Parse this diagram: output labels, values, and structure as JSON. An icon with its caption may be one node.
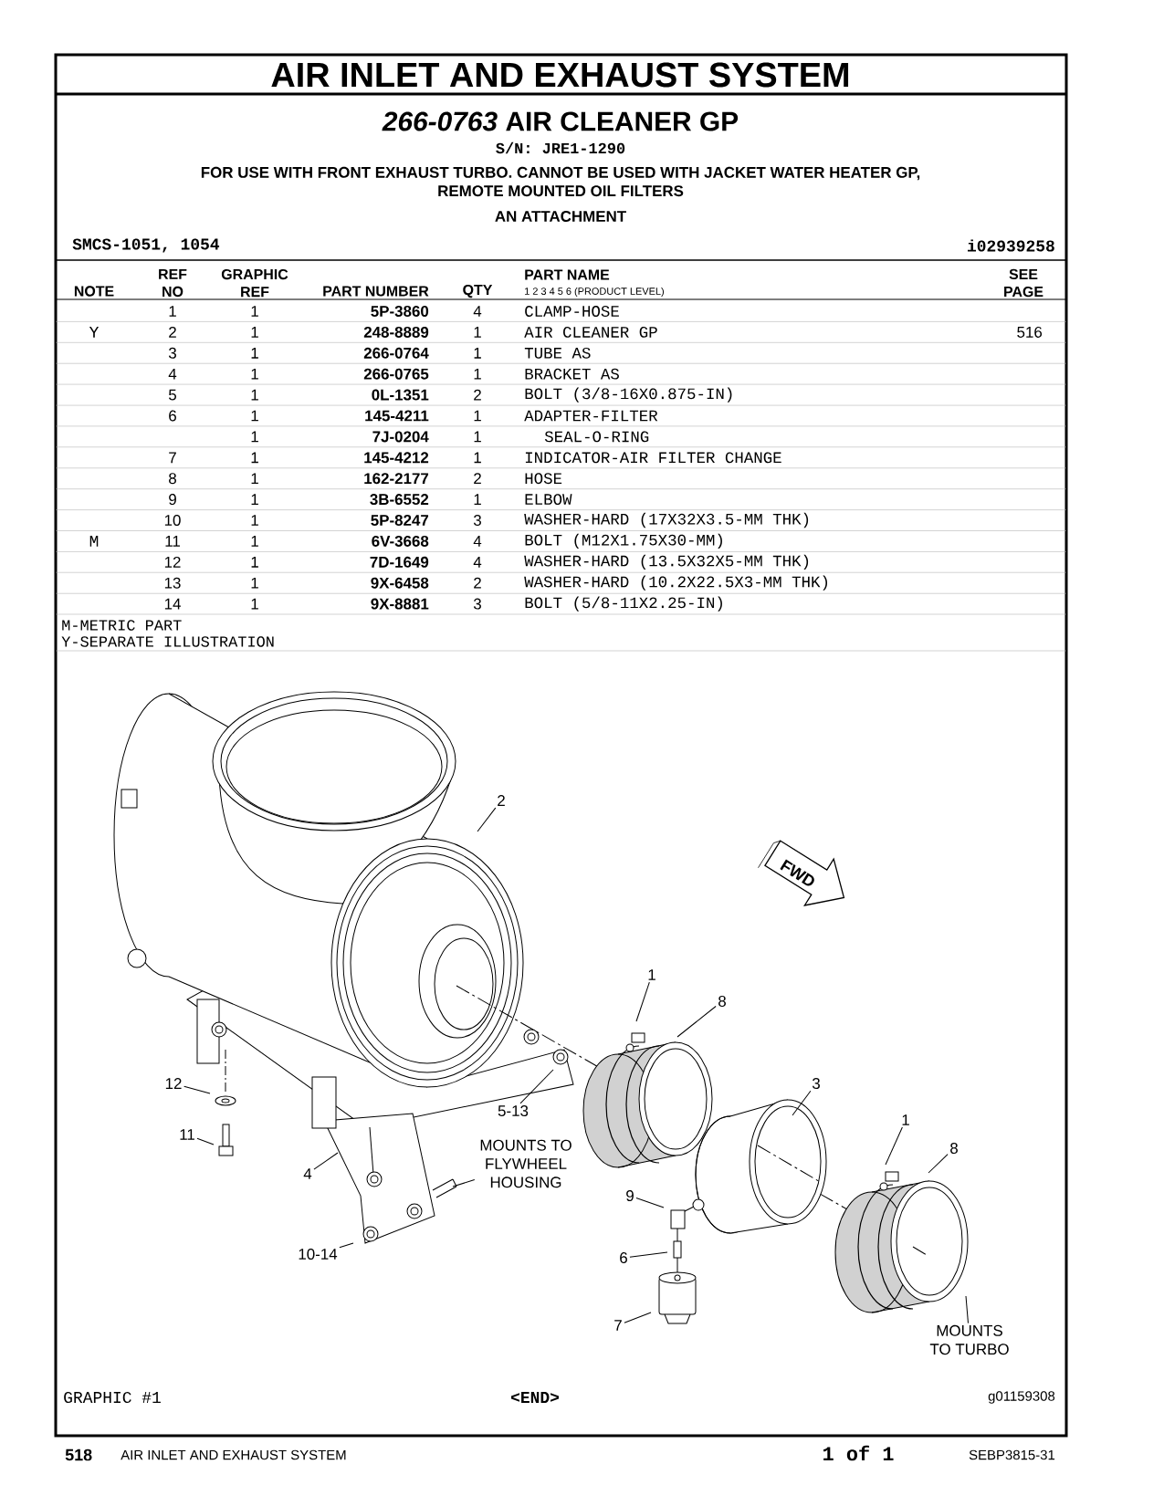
{
  "diagram": {
    "title": "AIR INLET AND EXHAUST SYSTEM",
    "nodes": [
      {
        "text": [
          "2"
        ]
      },
      {
        "text": [
          "FWD"
        ]
      },
      {
        "text": [
          "1"
        ]
      },
      {
        "text": [
          "8"
        ]
      },
      {
        "text": [
          "3"
        ]
      },
      {
        "text": [
          "12"
        ]
      },
      {
        "text": [
          "5-13"
        ]
      },
      {
        "text": [
          "1"
        ]
      },
      {
        "text": [
          "11"
        ]
      },
      {
        "text": [
          "8"
        ]
      },
      {
        "text": [
          "MOUNTS TO FLYWHEEL HOUSING"
        ]
      },
      {
        "text": [
          "4"
        ]
      },
      {
        "text": [
          "9"
        ]
      },
      {
        "text": [
          "10-14"
        ]
      },
      {
        "text": [
          "6"
        ]
      },
      {
        "text": [
          "7"
        ]
      },
      {
        "text": [
          "MOUNTS TO TURBO"
        ]
      }
    ],
    "edges": [
      {
        "from": 0,
        "to": null,
        "arrow": "none"
      },
      {
        "from": 2,
        "to": null,
        "arrow": "none"
      },
      {
        "from": 3,
        "to": null,
        "arrow": "none"
      },
      {
        "from": 4,
        "to": null,
        "arrow": "none"
      },
      {
        "from": 5,
        "to": null,
        "arrow": "none"
      },
      {
        "from": 6,
        "to": null,
        "arrow": "none"
      },
      {
        "from": 7,
        "to": null,
        "arrow": "none"
      },
      {
        "from": 8,
        "to": null,
        "arrow": "none"
      },
      {
        "from": 9,
        "to": null,
        "arrow": "none"
      },
      {
        "from": 10,
        "to": null,
        "arrow": "none"
      },
      {
        "from": 11,
        "to": null,
        "arrow": "none"
      },
      {
        "from": 12,
        "to": null,
        "arrow": "none"
      },
      {
        "from": 13,
        "to": null,
        "arrow": "none"
      },
      {
        "from": 14,
        "to": null,
        "arrow": "none"
      },
      {
        "from": 15,
        "to": null,
        "arrow": "none"
      },
      {
        "from": 16,
        "to": null,
        "arrow": "none"
      }
    ],
    "labels": [
      "*266-0763* AIR CLEANER GP",
      "S/N: JRE1-1290",
      "FOR USE WITH FRONT EXHAUST TURBO. CANNOT BE USED WITH JACKET WATER HEATER GP, REMOTE MOUNTED OIL FILTERS",
      "AN ATTACHMENT",
      "SMCS-1051, 1054",
      "i02939258",
      "NOTE",
      "REF NO",
      "GRAPHIC REF",
      "PART NUMBER",
      "QTY",
      "PART NAME",
      "1 2 3 4 5 6 (PRODUCT LEVEL)",
      "SEE PAGE",
      "1",
      "1",
      "5P-3860",
      "4",
      "CLAMP-HOSE",
      "Y",
      "2",
      "1",
      "248-8889",
      "1",
      "AIR CLEANER GP",
      "516",
      "3",
      "1",
      "266-0764",
      "1",
      "TUBE AS",
      "4",
      "1",
      "266-0765",
      "1",
      "BRACKET AS",
      "5",
      "1",
      "0L-1351",
      "2",
      "BOLT (3/8-16X0.875-IN)",
      "6",
      "1",
      "145-4211",
      "1",
      "ADAPTER-FILTER",
      "1",
      "7J-0204",
      "1",
      "SEAL-O-RING",
      "7",
      "1",
      "145-4212",
      "1",
      "INDICATOR-AIR FILTER CHANGE",
      "8",
      "1",
      "162-2177",
      "2",
      "HOSE",
      "9",
      "1",
      "3B-6552",
      "1",
      "ELBOW",
      "10",
      "1",
      "5P-8247",
      "3",
      "WASHER-HARD (17X32X3.5-MM THK)",
      "M",
      "11",
      "1",
      "6V-3668",
      "4",
      "BOLT (M12X1.75X30-MM)",
      "12",
      "1",
      "7D-1649",
      "4",
      "WASHER-HARD (13.5X32X5-MM THK)",
      "13",
      "1",
      "9X-6458",
      "2",
      "WASHER-HARD (10.2X22.5X3-MM THK)",
      "14",
      "1",
      "9X-8881",
      "3",
      "BOLT (5/8-11X2.25-IN)",
      "M-METRIC PART",
      "Y-SEPARATE ILLUSTRATION",
      "GRAPHIC #1",
      "<END>",
      "g01159308",
      "518",
      "AIR INLET AND EXHAUST SYSTEM",
      "1 of 1",
      "SEBP3815-31"
    ]
  }
}
